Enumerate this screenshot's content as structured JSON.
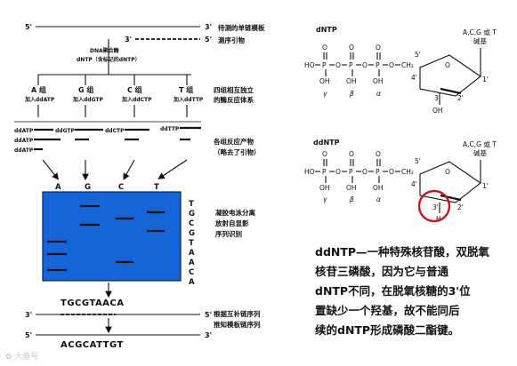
{
  "left": {
    "five_prime_a": "5'",
    "three_prime_a": "3'",
    "template_label": "待测的单链模板",
    "three_prime_b": "3'",
    "five_prime_b": "5'",
    "primer_label": "测序引物",
    "polymerase_line1": "DNA聚合酶",
    "polymerase_line2": "dNTP（含标记的dNTP）",
    "groups": [
      {
        "name": "A 组",
        "add": "加入ddATP"
      },
      {
        "name": "G 组",
        "add": "加入ddGTP"
      },
      {
        "name": "C 组",
        "add": "加入ddCTP"
      },
      {
        "name": "T 组",
        "add": "加入ddTTP"
      }
    ],
    "reaction_note_line1": "四组相互独立",
    "reaction_note_line2": "的酶反应体系",
    "products": [
      "ddATP",
      "ddGTP",
      "ddCTP",
      "ddTTP"
    ],
    "products_extra_a": "ddATP",
    "products_extra_b": "ddATP",
    "product_note_line1": "各组反应产物",
    "product_note_line2": "（略去了引物）",
    "lane_letters": [
      "A",
      "G",
      "C",
      "T"
    ],
    "gel_note": [
      "凝胶电泳分离",
      "放射自显影",
      "序列识别"
    ],
    "read_sequence_vertical": [
      "T",
      "G",
      "C",
      "G",
      "T",
      "A",
      "A",
      "C",
      "A"
    ],
    "read_sequence": "TGCGTAACA",
    "complement_sequence": "ACGCATTGT",
    "final_note_line1": "根据互补链序列",
    "final_note_line2": "推知模板链序列",
    "end_3a": "3'",
    "end_5a": "5'",
    "end_5b": "5'",
    "end_3b": "3'"
  },
  "right": {
    "dntp_title": "dNTP",
    "ddntp_title": "ddNTP",
    "base_label_line1": "A,C,G 或 T",
    "base_label_line2": "碱基",
    "ho": "HO",
    "p": "P",
    "o": "O",
    "oh": "OH",
    "ch2": "CH₂",
    "gamma": "γ",
    "beta": "β",
    "alpha": "α",
    "five_prime": "5'",
    "four_prime": "4'",
    "one_prime": "1'",
    "three_prime": "3'",
    "two_prime": "2'",
    "three_oh": "3'",
    "oh_sub": "OH",
    "h_sub": "H",
    "description": [
      "ddNTP—一种特殊核苷酸，双脱氧",
      "核苷三磷酸，因为它与普通",
      "dNTP不同，在脱氧核糖的3'位",
      "置缺少一个羟基，故不能同后",
      "续的dNTP形成磷酸二酯键。"
    ]
  },
  "watermark": "✿ 大鱼号",
  "colors": {
    "gel": "#1665d8",
    "gel_border": "#0a2a5c",
    "highlight_circle": "#c0181c"
  }
}
